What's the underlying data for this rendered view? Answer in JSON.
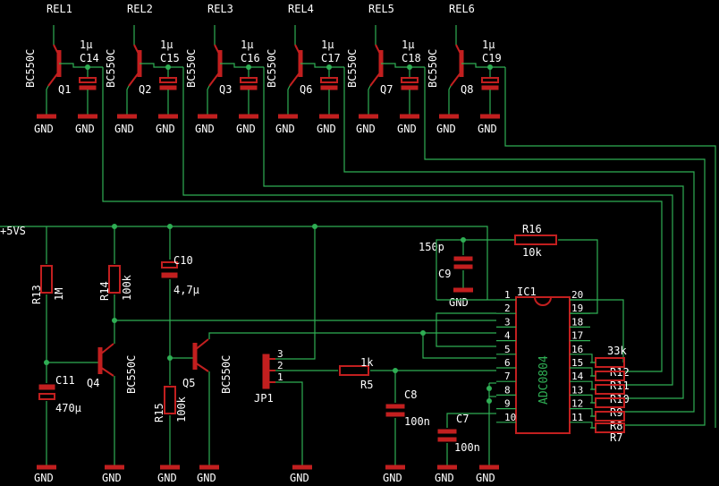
{
  "colors": {
    "background": "#000000",
    "wire": "#2fae54",
    "component": "#c21f1f",
    "text": "#ffffff",
    "ic_name": "#2fae54"
  },
  "labels": {
    "relays": [
      "REL1",
      "REL2",
      "REL3",
      "REL4",
      "REL5",
      "REL6"
    ],
    "top_transistor_refs": [
      "Q1",
      "Q2",
      "Q3",
      "Q6",
      "Q7",
      "Q8"
    ],
    "top_transistor_type": "BC550C",
    "top_caps_refs": [
      "C14",
      "C15",
      "C16",
      "C17",
      "C18",
      "C19"
    ],
    "top_caps_value": "1µ",
    "gnd": "GND",
    "supply": "+5VS",
    "R13": "R13",
    "R13_value": "1M",
    "R14": "R14",
    "R14_value": "100k",
    "R15": "R15",
    "R15_value": "100k",
    "R16": "R16",
    "R16_value": "10k",
    "R5": "R5",
    "R5_value": "1k",
    "C10": "C10",
    "C10_value": "4,7µ",
    "C11": "C11",
    "C11_value": "470µ",
    "C9": "C9",
    "C9_value": "150p",
    "C8": "C8",
    "C8_value": "100n",
    "C7": "C7",
    "C7_value": "100n",
    "Q4": "Q4",
    "Q5": "Q5",
    "JP1": "JP1",
    "jp_pins": [
      "3",
      "2",
      "1"
    ],
    "IC1": "IC1",
    "IC1_type": "ADC0804",
    "ic_left_pins": [
      "1",
      "2",
      "3",
      "4",
      "5",
      "6",
      "7",
      "8",
      "9",
      "10"
    ],
    "ic_right_pins": [
      "20",
      "19",
      "18",
      "17",
      "16",
      "15",
      "14",
      "13",
      "12",
      "11"
    ],
    "ladder_refs": [
      "R12",
      "R11",
      "R10",
      "R9",
      "R8",
      "R7"
    ],
    "ladder_value": "33k"
  }
}
